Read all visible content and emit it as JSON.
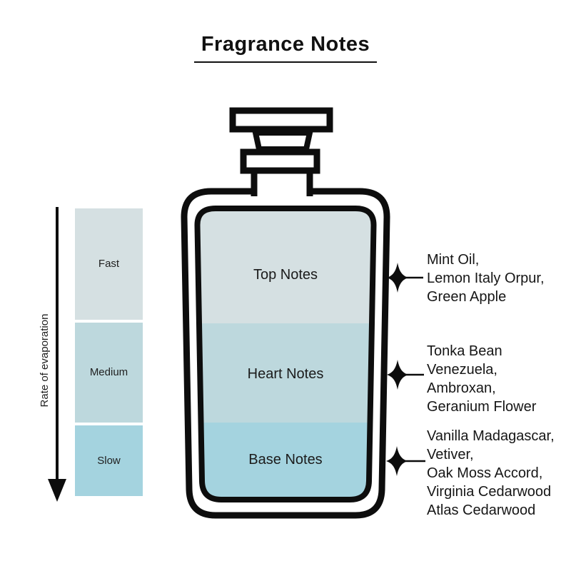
{
  "title": "Fragrance Notes",
  "evaporation_scale": {
    "axis_label": "Rate of evaporation",
    "levels": [
      {
        "label": "Fast",
        "color": "#d5e0e2"
      },
      {
        "label": "Medium",
        "color": "#bdd8dd"
      },
      {
        "label": "Slow",
        "color": "#a4d3df"
      }
    ]
  },
  "bottle": {
    "sections": [
      {
        "label": "Top Notes",
        "color": "#d5e0e2",
        "ingredients": "Mint Oil,\nLemon Italy Orpur,\nGreen Apple"
      },
      {
        "label": "Heart Notes",
        "color": "#bdd8dd",
        "ingredients": "Tonka Bean\nVenezuela,\nAmbroxan,\nGeranium Flower"
      },
      {
        "label": "Base Notes",
        "color": "#a4d3df",
        "ingredients": "Vanilla Madagascar,\nVetiver,\nOak Moss Accord,\nVirginia Cedarwood\nAtlas Cedarwood"
      }
    ]
  },
  "palette": {
    "outline": "#0d0d0d",
    "background": "#ffffff",
    "text": "#161616"
  }
}
